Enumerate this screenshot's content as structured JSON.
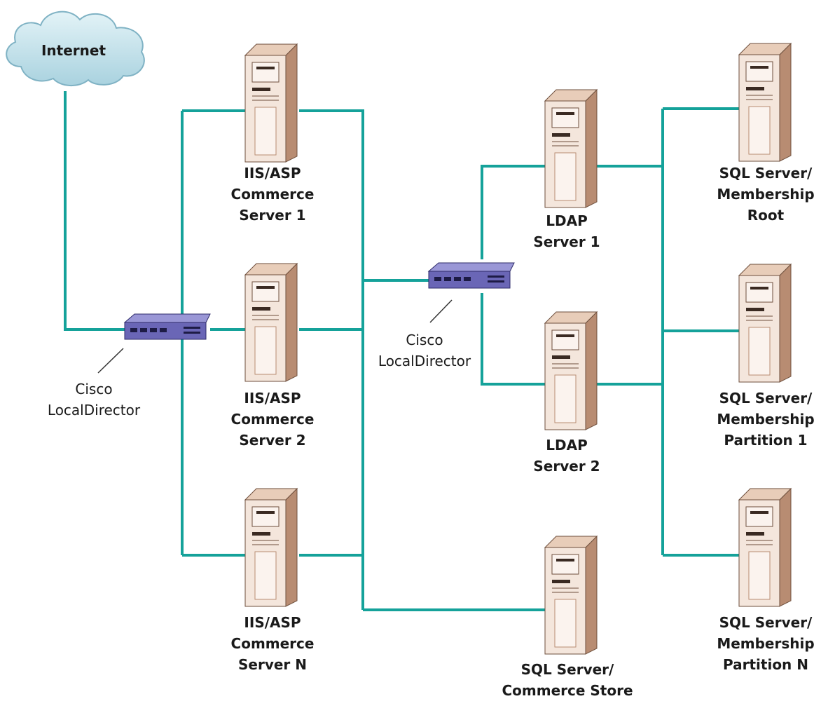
{
  "internet": {
    "label": "Internet"
  },
  "load_balancers": [
    {
      "lines": [
        "Cisco",
        "LocalDirector"
      ]
    },
    {
      "lines": [
        "Cisco",
        "LocalDirector"
      ]
    }
  ],
  "web_servers": [
    {
      "lines": [
        "IIS/ASP",
        "Commerce",
        "Server 1"
      ]
    },
    {
      "lines": [
        "IIS/ASP",
        "Commerce",
        "Server 2"
      ]
    },
    {
      "lines": [
        "IIS/ASP",
        "Commerce",
        "Server N"
      ]
    }
  ],
  "ldap_servers": [
    {
      "lines": [
        "LDAP",
        "Server 1"
      ]
    },
    {
      "lines": [
        "LDAP",
        "Server 2"
      ]
    }
  ],
  "sql_commerce_store": {
    "lines": [
      "SQL Server/",
      "Commerce Store"
    ]
  },
  "sql_membership": [
    {
      "lines": [
        "SQL Server/",
        "Membership",
        "Root"
      ]
    },
    {
      "lines": [
        "SQL Server/",
        "Membership",
        "Partition 1"
      ]
    },
    {
      "lines": [
        "SQL Server/",
        "Membership",
        "Partition N"
      ]
    }
  ],
  "colors": {
    "link": "#15a29a",
    "cloud": "#c7e7ef",
    "cloud_edge": "#7fb2c4",
    "server_light": "#f4e6dc",
    "server_mid": "#e8cdb9",
    "server_dark": "#b88c72",
    "router_body": "#6a66b6",
    "router_top": "#9a97d6"
  }
}
